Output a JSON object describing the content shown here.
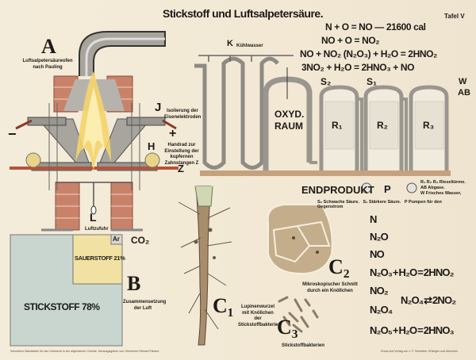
{
  "title": "Stickstoff und Luftsalpetersäure.",
  "plate": "Tafel V",
  "equations": [
    "N + O = NO — 21600 cal",
    "NO + O = NO₂",
    "NO + NO₂ (N₂O₃) + H₂O = 2HNO₂",
    "3NO₂ + H₂O = 2HNO₃ + NO"
  ],
  "furnace": {
    "letter": "A",
    "caption": "Luftsalpetersäureofen nach Pauling",
    "j_letter": "J",
    "j_caption": "Isolierung der Eisenelektroden",
    "h_letter": "H",
    "h_caption": "Handrad zur Einstellung der kupfernen Zahnstangen Z",
    "z_letter": "Z",
    "plus": "+",
    "minus": "−",
    "l_letter": "L",
    "l_caption": "Luftzufuhr"
  },
  "plant": {
    "k_letter": "K",
    "k_caption": "Kühlwasser",
    "oxyd": "OXYD.",
    "raum": "RAUM",
    "s2": "S₂",
    "s1": "S₁",
    "towers": [
      "R₁",
      "R₂",
      "R₃"
    ],
    "w": "W",
    "ab": "AB",
    "endprodukt": "ENDPRODUKT",
    "p": "P",
    "legend_right": [
      "R₁ R₂ R₃ Rieseltürme.",
      "AB Abgase.",
      "W Frisches Wasser,"
    ],
    "legend_bottom": "S₂ Schwache Säure.   S₁ Stärkere Säure.   P Pumpen für den Gegenstrom"
  },
  "air": {
    "letter": "B",
    "caption": "Zusammensetzung der Luft",
    "nitrogen": "STICKSTOFF 78%",
    "oxygen": "SAUERSTOFF 21%",
    "argon": "Ar",
    "co2": "CO₂",
    "nitrogen_pct": 78,
    "oxygen_pct": 21,
    "colors": {
      "nitrogen": "#c9d6cf",
      "oxygen": "#f1e1a3"
    }
  },
  "biology": {
    "c1": "C₁",
    "c1_caption": "Lupinenwurzel mit Knöllchen der Stickstoffbakterien",
    "c2": "C₂",
    "c2_caption": "Mikroskopischer Schnitt durch ein Knöllchen",
    "c3": "C₃",
    "c3_caption": "Stickstoffbakterien"
  },
  "oxides": {
    "n": "N",
    "n2o": "N₂O",
    "no": "NO",
    "n2o3": "N₂O₃ + H₂O = 2HNO₂",
    "no2": "NO₂",
    "n2o4": "N₂O₄",
    "equilibrium": "N₂O₄ ⇄ 2NO₂",
    "n2o5": "N₂O₅ + H₂O = 2HNO₃"
  },
  "footer": {
    "left": "Schreibers Wandtafeln für den Unterricht in der allgemeinen Chemie.   Herausgegeben von Oberlehrer Richard Fischer.",
    "right": "Druck und Verlag von J. F. Schreiber, Eßlingen und München"
  }
}
